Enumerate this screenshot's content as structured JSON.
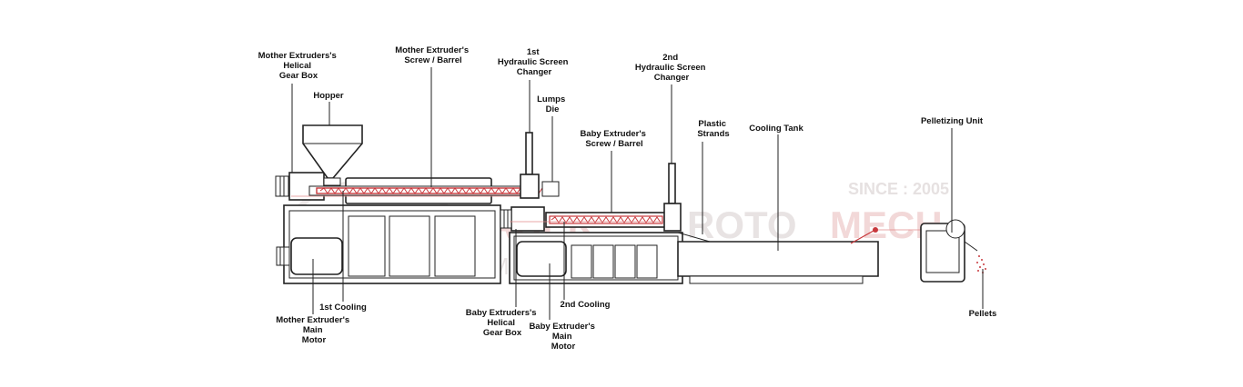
{
  "watermark": {
    "line1": "SINCE : 2005",
    "brand_a": "MAHEK",
    "brand_b": "ROTO",
    "brand_c": "MECH",
    "tagline": "COMMITTED TO EXCELLENCE",
    "logo_letters": "RM"
  },
  "labels": {
    "gearbox_mother": [
      "Mother Extruders's",
      "Helical",
      "Gear Box"
    ],
    "hopper": [
      "Hopper"
    ],
    "screw_mother": [
      "Mother Extruder's",
      "Screw / Barrel"
    ],
    "screen1": [
      "1st",
      "Hydraulic Screen",
      "Changer"
    ],
    "lumps_die": [
      "Lumps",
      "Die"
    ],
    "screw_baby": [
      "Baby Extruder's",
      "Screw / Barrel"
    ],
    "screen2": [
      "2nd",
      "Hydraulic Screen",
      "Changer"
    ],
    "strands": [
      "Plastic",
      "Strands"
    ],
    "cooling_tank": [
      "Cooling Tank"
    ],
    "pelletizer": [
      "Pelletizing Unit"
    ],
    "cooling1": [
      "1st Cooling"
    ],
    "motor_mother": [
      "Mother Extruder's",
      "Main",
      "Motor"
    ],
    "gearbox_baby": [
      "Baby Extruders's",
      "Helical",
      "Gear Box"
    ],
    "cooling2": [
      "2nd Cooling"
    ],
    "motor_baby": [
      "Baby Extruder's",
      "Main",
      "Motor"
    ],
    "pellets": [
      "Pellets"
    ]
  },
  "colors": {
    "line": "#222222",
    "barrel_red": "#c8383c",
    "watermark_gray": "#e9e2e2",
    "watermark_red": "#f3d9d9"
  }
}
